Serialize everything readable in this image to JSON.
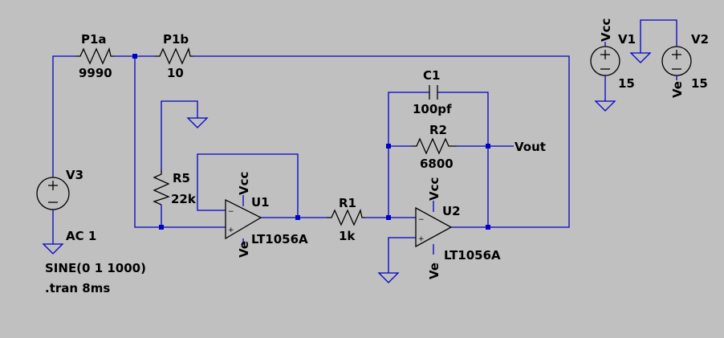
{
  "components": {
    "p1a": {
      "name": "P1a",
      "value": "9990"
    },
    "p1b": {
      "name": "P1b",
      "value": "10"
    },
    "r1": {
      "name": "R1",
      "value": "1k"
    },
    "r2": {
      "name": "R2",
      "value": "6800"
    },
    "r5": {
      "name": "R5",
      "value": "22k"
    },
    "c1": {
      "name": "C1",
      "value": "100pf"
    },
    "u1": {
      "name": "U1",
      "part": "LT1056A",
      "vcc": "Vcc",
      "ve": "Ve"
    },
    "u2": {
      "name": "U2",
      "part": "LT1056A",
      "vcc": "Vcc",
      "ve": "Ve"
    },
    "v1": {
      "name": "V1",
      "value": "15",
      "net": "Vcc"
    },
    "v2": {
      "name": "V2",
      "value": "15",
      "net": "Ve"
    },
    "v3": {
      "name": "V3",
      "value": "AC 1",
      "source": "SINE(0 1 1000)"
    }
  },
  "nets": {
    "vout": "Vout"
  },
  "directives": {
    "tran": ".tran 8ms"
  },
  "symbols": {
    "plus": "+",
    "minus": "−"
  },
  "colors": {
    "background": "#c0c0c0",
    "wire": "#0000c8",
    "component": "#000000"
  }
}
